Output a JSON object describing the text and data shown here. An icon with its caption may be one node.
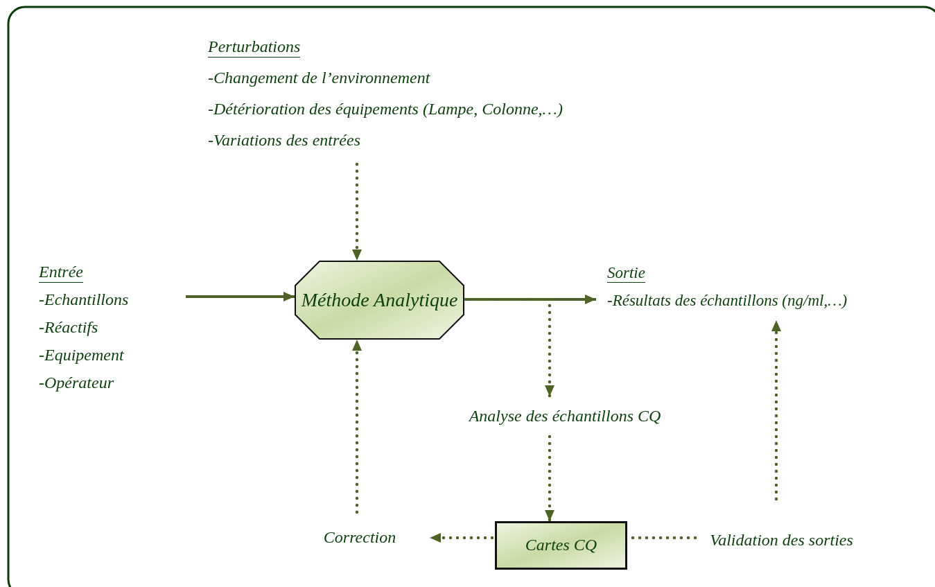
{
  "diagram": {
    "nodes": [
      {
        "text": [
          "Perturbations",
          "-Changement de l’environnement",
          "-Détérioration des équipements (Lampe, Colonne,…)",
          "-Variations des entrées"
        ]
      },
      {
        "text": [
          "Entrée",
          "-Echantillons",
          "-Réactifs",
          "-Equipement",
          "-Opérateur"
        ]
      },
      {
        "text": [
          "Méthode Analytique"
        ]
      },
      {
        "text": [
          "Sortie",
          "-Résultats des échantillons (ng/ml,…)"
        ]
      },
      {
        "text": [
          "Analyse des échantillons CQ"
        ]
      },
      {
        "text": [
          "Correction"
        ]
      },
      {
        "text": [
          "Cartes CQ"
        ]
      },
      {
        "text": [
          "Validation des sorties"
        ]
      }
    ],
    "edges": [
      {
        "from": 0,
        "to": 2,
        "arrow": "to",
        "style": "dashed"
      },
      {
        "from": 1,
        "to": 2,
        "arrow": "to"
      },
      {
        "from": 2,
        "to": 3,
        "arrow": "to"
      },
      {
        "from": 2,
        "to": 4,
        "arrow": "to",
        "style": "dashed"
      },
      {
        "from": 4,
        "to": 6,
        "arrow": "to",
        "style": "dashed"
      },
      {
        "from": 6,
        "to": 5,
        "arrow": "to",
        "style": "dashed"
      },
      {
        "from": 5,
        "to": 2,
        "arrow": "to",
        "style": "dashed"
      },
      {
        "from": 6,
        "to": 7,
        "arrow": "none",
        "style": "dashed"
      },
      {
        "from": 7,
        "to": 3,
        "arrow": "to",
        "style": "dashed"
      }
    ]
  }
}
